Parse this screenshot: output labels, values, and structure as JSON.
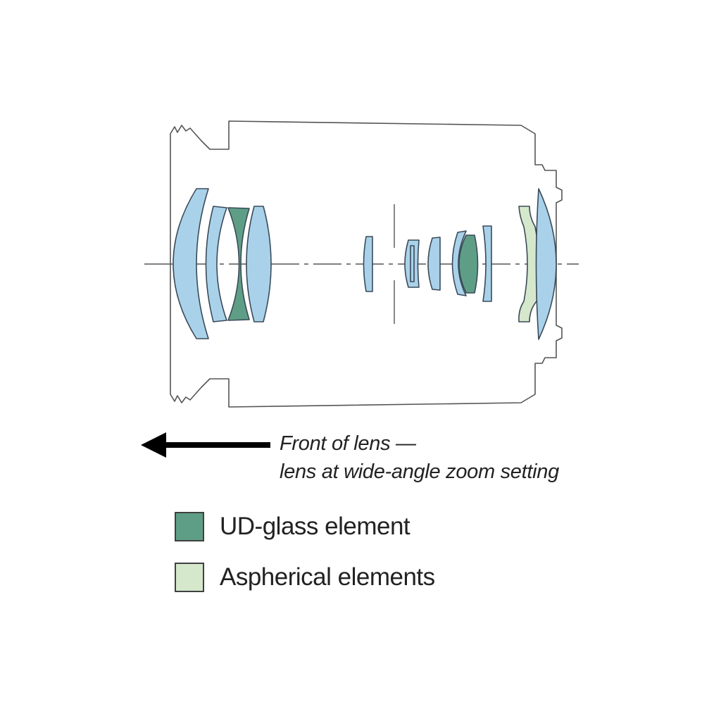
{
  "caption": {
    "line1": "Front of lens —",
    "line2": "lens at wide-angle zoom setting"
  },
  "legend": [
    {
      "label": "UD-glass element",
      "color": "#5f9e86"
    },
    {
      "label": "Aspherical elements",
      "color": "#d5e8cc"
    }
  ],
  "colors": {
    "standard_element": "#a9d2ea",
    "outline": "#3a4a58",
    "barrel": "#555555"
  }
}
